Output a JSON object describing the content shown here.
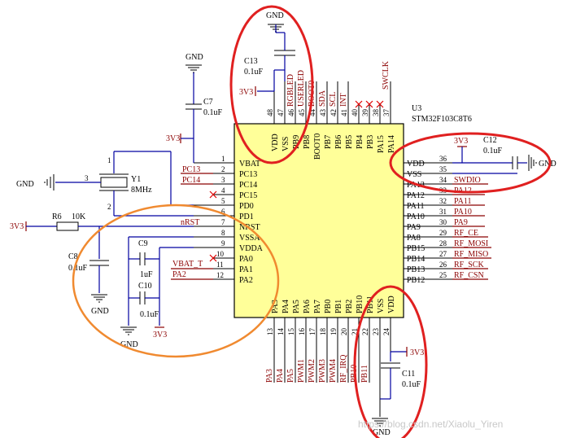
{
  "chip": {
    "refdes": "U3",
    "part": "STM32F103C8T6",
    "left_pins": [
      {
        "num": "1",
        "name": "VBAT"
      },
      {
        "num": "2",
        "name": "PC13"
      },
      {
        "num": "3",
        "name": "PC14"
      },
      {
        "num": "4",
        "name": "PC15"
      },
      {
        "num": "5",
        "name": "PD0"
      },
      {
        "num": "6",
        "name": "PD1"
      },
      {
        "num": "7",
        "name": "NRST"
      },
      {
        "num": "8",
        "name": "VSSA"
      },
      {
        "num": "9",
        "name": "VDDA"
      },
      {
        "num": "10",
        "name": "PA0"
      },
      {
        "num": "11",
        "name": "PA1"
      },
      {
        "num": "12",
        "name": "PA2"
      }
    ],
    "right_pins": [
      {
        "num": "36",
        "name": "VDD"
      },
      {
        "num": "35",
        "name": "VSS"
      },
      {
        "num": "34",
        "name": "PA13"
      },
      {
        "num": "33",
        "name": "PA12"
      },
      {
        "num": "32",
        "name": "PA11"
      },
      {
        "num": "31",
        "name": "PA10"
      },
      {
        "num": "30",
        "name": "PA9"
      },
      {
        "num": "29",
        "name": "PA8"
      },
      {
        "num": "28",
        "name": "PB15"
      },
      {
        "num": "27",
        "name": "PB14"
      },
      {
        "num": "26",
        "name": "PB13"
      },
      {
        "num": "25",
        "name": "PB12"
      }
    ],
    "top_pins": [
      {
        "num": "48",
        "name": "VDD"
      },
      {
        "num": "47",
        "name": "VSS"
      },
      {
        "num": "46",
        "name": "PB9"
      },
      {
        "num": "45",
        "name": "PB8"
      },
      {
        "num": "44",
        "name": "BOOT0"
      },
      {
        "num": "43",
        "name": "PB7"
      },
      {
        "num": "42",
        "name": "PB6"
      },
      {
        "num": "41",
        "name": "PB5"
      },
      {
        "num": "40",
        "name": "PB4"
      },
      {
        "num": "39",
        "name": "PB3"
      },
      {
        "num": "38",
        "name": "PA15"
      },
      {
        "num": "37",
        "name": "PA14"
      }
    ],
    "bottom_pins": [
      {
        "num": "13",
        "name": "PA3"
      },
      {
        "num": "14",
        "name": "PA4"
      },
      {
        "num": "15",
        "name": "PA5"
      },
      {
        "num": "16",
        "name": "PA6"
      },
      {
        "num": "17",
        "name": "PA7"
      },
      {
        "num": "18",
        "name": "PB0"
      },
      {
        "num": "19",
        "name": "PB1"
      },
      {
        "num": "20",
        "name": "PB2"
      },
      {
        "num": "21",
        "name": "PB10"
      },
      {
        "num": "22",
        "name": "PB11"
      },
      {
        "num": "23",
        "name": "VSS"
      },
      {
        "num": "24",
        "name": "VDD"
      }
    ]
  },
  "nets": {
    "left": [
      "PC13",
      "PC14",
      "nRST",
      "VBAT_T",
      "PA2"
    ],
    "right": [
      "SWDIO",
      "PA12",
      "PA11",
      "PA10",
      "PA9",
      "RF_CE",
      "RF_MOSI",
      "RF_MISO",
      "RF_SCK",
      "RF_CSN"
    ],
    "top": [
      "RGBLED",
      "USERLED",
      "BOOT0",
      "SDA",
      "SCL",
      "INT",
      "SWCLK"
    ],
    "bottom": [
      "PA3",
      "PA4",
      "PA5",
      "PWM1",
      "PWM2",
      "PWM3",
      "PWM4",
      "RF_IRQ",
      "PB10",
      "PB11"
    ]
  },
  "components": {
    "c13": {
      "ref": "C13",
      "val": "0.1uF"
    },
    "c7": {
      "ref": "C7",
      "val": "0.1uF"
    },
    "c12": {
      "ref": "C12",
      "val": "0.1uF"
    },
    "c8": {
      "ref": "C8",
      "val": "0.1uF"
    },
    "c9": {
      "ref": "C9",
      "val": "1uF"
    },
    "c10": {
      "ref": "C10",
      "val": "0.1uF"
    },
    "c11": {
      "ref": "C11",
      "val": "0.1uF"
    },
    "r6": {
      "ref": "R6",
      "val": "10K"
    },
    "y1": {
      "ref": "Y1",
      "val": "8MHz",
      "pin3": "3",
      "pin1": "1",
      "pin2": "2"
    }
  },
  "power": {
    "gnd": "GND",
    "v33": "3V3"
  },
  "watermark": "https://blog.csdn.net/Xiaolu_Yiren",
  "colors": {
    "chip_fill": "#ffff99",
    "wire": "#0000a0",
    "net": "#8b0000",
    "circle_red": "#e02020",
    "circle_orange": "#f08a30"
  }
}
